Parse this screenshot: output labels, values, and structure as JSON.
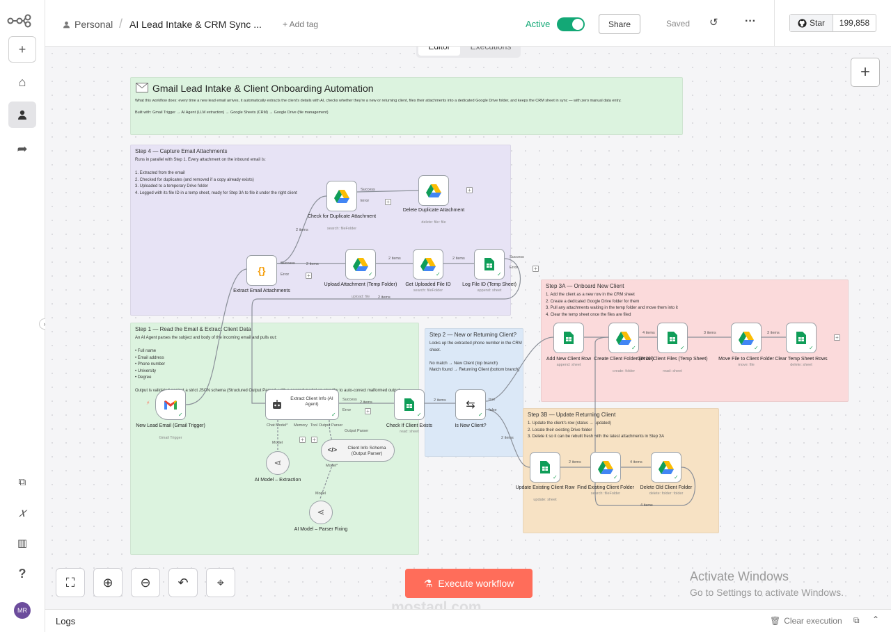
{
  "header": {
    "workspace": "Personal",
    "workflow_name": "AI Lead Intake & CRM Sync ...",
    "add_tag": "+ Add tag",
    "active_label": "Active",
    "share_label": "Share",
    "saved_label": "Saved",
    "github_star": "Star",
    "github_count": "199,858"
  },
  "tabs": {
    "editor": "Editor",
    "executions": "Executions"
  },
  "notes": {
    "intro_title": "Gmail Lead Intake & Client Onboarding Automation",
    "intro_body": "What this workflow does: every time a new lead email arrives, it automatically extracts the client's details with AI, checks whether they're a new or returning client, files their attachments into a dedicated Google Drive folder, and keeps the CRM sheet in sync — with zero manual data entry.\n\nBuilt with: Gmail Trigger → AI Agent (LLM extraction) → Google Sheets (CRM) → Google Drive (file management)",
    "step4_title": "Step 4 — Capture Email Attachments",
    "step4_body": "Runs in parallel with Step 1. Every attachment on the inbound email is:\n\n1. Extracted from the email\n2. Checked for duplicates (and removed if a copy already exists)\n3. Uploaded to a temporary Drive folder\n4. Logged with its file ID in a temp sheet, ready for Step 3A to file it under the right client",
    "step1_title": "Step 1 — Read the Email & Extract Client Data",
    "step1_body": "An AI Agent parses the subject and body of the incoming email and pulls out:\n\n• Full name\n• Email address\n• Phone number\n• University\n• Degree\n\nOutput is validated against a strict JSON schema (Structured Output Parser), with a second model on standby to auto-correct malformed output.",
    "step2_title": "Step 2 — New or Returning Client?",
    "step2_body": "Looks up the extracted phone number in the CRM sheet.\n\nNo match → New Client (top branch)\nMatch found → Returning Client (bottom branch)",
    "step3a_title": "Step 3A — Onboard New Client",
    "step3a_body": "1. Add the client as a new row in the CRM sheet\n2. Create a dedicated Google Drive folder for them\n3. Pull any attachments waiting in the temp folder and move them into it\n4. Clear the temp sheet once the files are filed",
    "step3b_title": "Step 3B — Update Returning Client",
    "step3b_body": "1. Update the client's row (status → updated)\n2. Locate their existing Drive folder\n3. Delete it so it can be rebuilt fresh with the latest attachments in Step 3A"
  },
  "nodes": {
    "check_dup": {
      "label": "Check for Duplicate Attachment",
      "sub": "search: fileFolder"
    },
    "delete_dup": {
      "label": "Delete Duplicate Attachment",
      "sub": "delete: file: file"
    },
    "extract_att": {
      "label": "Extract Email Attachments"
    },
    "upload_att": {
      "label": "Upload Attachment (Temp Folder)",
      "sub": "upload: file"
    },
    "get_uploaded": {
      "label": "Get Uploaded File ID",
      "sub": "search: fileFolder"
    },
    "log_file": {
      "label": "Log File ID (Temp Sheet)",
      "sub": "append: sheet"
    },
    "gmail": {
      "label": "New Lead Email (Gmail Trigger)",
      "sub": "Gmail Trigger"
    },
    "agent": {
      "label": "Extract Client Info (AI Agent)"
    },
    "check_exists": {
      "label": "Check If Client Exists",
      "sub": "read: sheet"
    },
    "is_new": {
      "label": "Is New Client?"
    },
    "parser": {
      "label": "Client Info Schema (Output Parser)"
    },
    "model_extract": {
      "label": "AI Model – Extraction"
    },
    "model_parser": {
      "label": "AI Model – Parser Fixing"
    },
    "add_row": {
      "label": "Add New Client Row",
      "sub": "append: sheet"
    },
    "create_folder": {
      "label": "Create Client Folder (Drive)",
      "sub": "create: folder"
    },
    "get_all": {
      "label": "Get All Client Files (Temp Sheet)",
      "sub": "read: sheet"
    },
    "move_file": {
      "label": "Move File to Client Folder",
      "sub": "move: file"
    },
    "clear_temp": {
      "label": "Clear Temp Sheet Rows",
      "sub": "delete: sheet"
    },
    "update_row": {
      "label": "Update Existing Client Row",
      "sub": "update: sheet"
    },
    "find_folder": {
      "label": "Find Existing Client Folder",
      "sub": "search: fileFolder"
    },
    "delete_folder": {
      "label": "Delete Old Client Folder",
      "sub": "delete: folder: folder"
    }
  },
  "edges": {
    "items2": "2 items",
    "items4": "4 items",
    "items3": "3 items",
    "success": "Success",
    "error": "Error",
    "true": "true",
    "false": "false",
    "chat_model": "Chat Model*",
    "memory": "Memory",
    "tool": "Tool",
    "output_parser": "Output Parser",
    "model": "Model",
    "model_req": "Model*"
  },
  "toolbar": {
    "execute": "Execute workflow"
  },
  "watermark": {
    "title": "Activate Windows",
    "body": "Go to Settings to activate Windows.",
    "mostaql": "mostaql.com"
  },
  "logs": {
    "label": "Logs",
    "clear": "Clear execution"
  },
  "user": {
    "initials": "MR"
  },
  "colors": {
    "accent": "#ff6d5a",
    "active": "#13a876",
    "sticky_green": "#dcf3df",
    "sticky_purple": "#e7e3f5",
    "sticky_blue": "#dbe8f7",
    "sticky_red": "#fbdadb",
    "sticky_orange": "#f7e2c4"
  }
}
